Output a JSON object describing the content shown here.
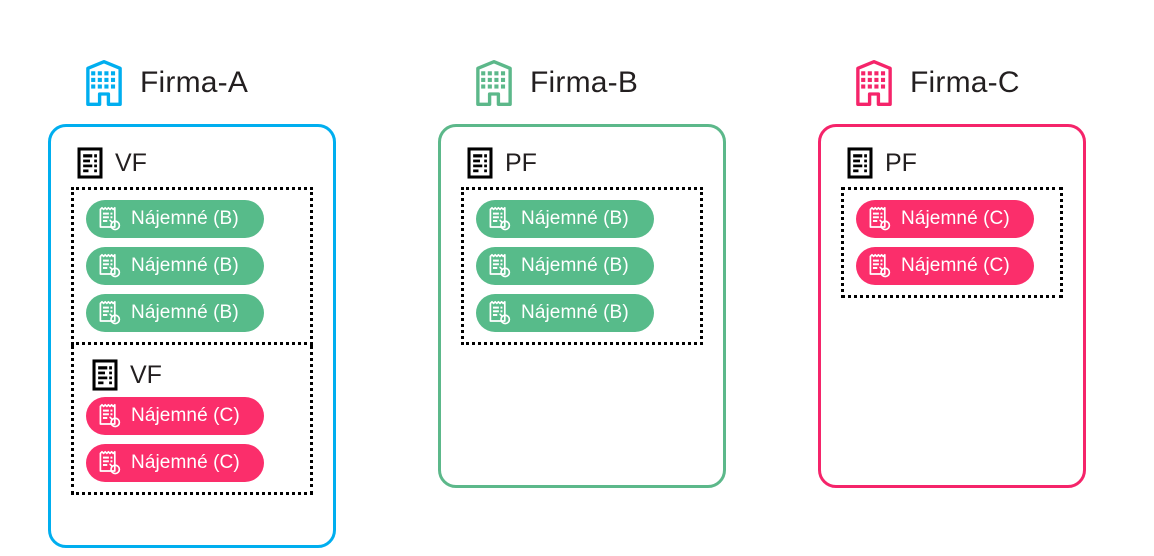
{
  "colors": {
    "firma_a": "#00aeef",
    "firma_b": "#5cb88a",
    "firma_c": "#f5246a",
    "pill_green": "#57bb8a",
    "pill_pink": "#fb2e6b",
    "text": "#231f20",
    "dotted_border": "#000000"
  },
  "companies": [
    {
      "id": "firma-a",
      "name": "Firma-A",
      "accent": "#00aeef",
      "icon": "building-icon",
      "sections": [
        {
          "label": "VF",
          "icon": "document-icon",
          "label_inside_group": false,
          "items": [
            {
              "label": "Nájemné (B)",
              "variant": "green",
              "icon": "invoice-search-icon"
            },
            {
              "label": "Nájemné (B)",
              "variant": "green",
              "icon": "invoice-search-icon"
            },
            {
              "label": "Nájemné (B)",
              "variant": "green",
              "icon": "invoice-search-icon"
            }
          ]
        },
        {
          "label": "VF",
          "icon": "document-icon",
          "label_inside_group": true,
          "items": [
            {
              "label": "Nájemné (C)",
              "variant": "pink",
              "icon": "invoice-search-icon"
            },
            {
              "label": "Nájemné (C)",
              "variant": "pink",
              "icon": "invoice-search-icon"
            }
          ]
        }
      ]
    },
    {
      "id": "firma-b",
      "name": "Firma-B",
      "accent": "#5cb88a",
      "icon": "building-icon",
      "sections": [
        {
          "label": "PF",
          "icon": "document-icon",
          "label_inside_group": false,
          "items": [
            {
              "label": "Nájemné (B)",
              "variant": "green",
              "icon": "invoice-search-icon"
            },
            {
              "label": "Nájemné (B)",
              "variant": "green",
              "icon": "invoice-search-icon"
            },
            {
              "label": "Nájemné (B)",
              "variant": "green",
              "icon": "invoice-search-icon"
            }
          ]
        }
      ]
    },
    {
      "id": "firma-c",
      "name": "Firma-C",
      "accent": "#f5246a",
      "icon": "building-icon",
      "sections": [
        {
          "label": "PF",
          "icon": "document-icon",
          "label_inside_group": false,
          "items": [
            {
              "label": "Nájemné (C)",
              "variant": "pink",
              "icon": "invoice-search-icon"
            },
            {
              "label": "Nájemné (C)",
              "variant": "pink",
              "icon": "invoice-search-icon"
            }
          ]
        }
      ]
    }
  ]
}
